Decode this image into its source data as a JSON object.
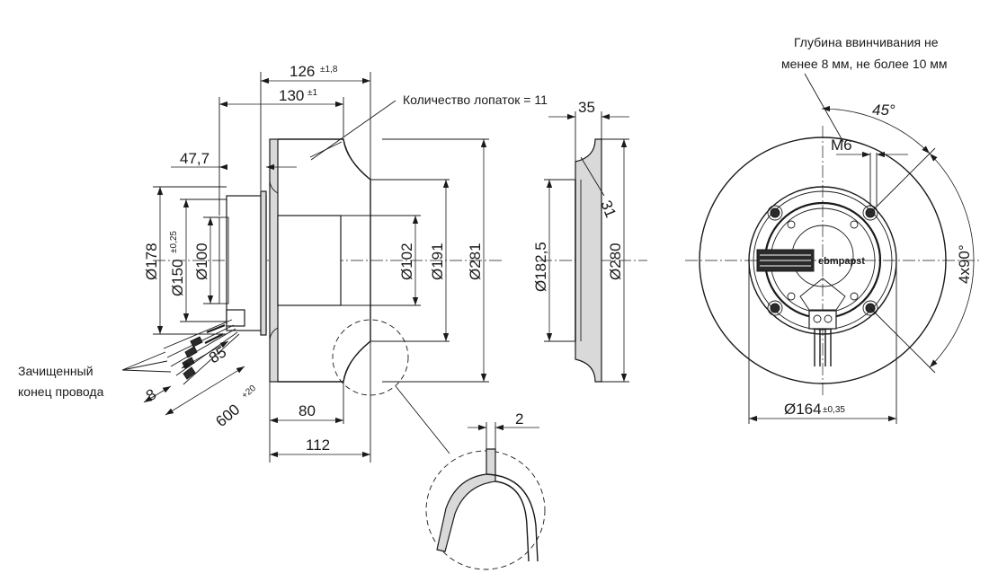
{
  "labels": {
    "blades": "Количество лопаток = 11",
    "stripped_line1": "Зачищенный",
    "stripped_line2": "конец провода",
    "screw_line1": "Глубина ввинчивания не",
    "screw_line2": "менее 8 мм, не более 10 мм",
    "logo": "ebmpapst"
  },
  "dimensions": {
    "d126": "126",
    "d126_tol": "±1,8",
    "d130": "130",
    "d130_tol": "±1",
    "d47_7": "47,7",
    "d178": "Ø178",
    "d150": "Ø150",
    "d150_tol": "±0,25",
    "d100": "Ø100",
    "d102": "Ø102",
    "d191": "Ø191",
    "d281": "Ø281",
    "d85": "85",
    "d8": "8",
    "d600": "600",
    "d600_tol": "+20",
    "d80": "80",
    "d112": "112",
    "d35": "35",
    "d31": "31",
    "d182_5": "Ø182,5",
    "d280": "Ø280",
    "d2": "2",
    "m6": "M6",
    "a45": "45°",
    "a4x90": "4x90°",
    "d164": "Ø164",
    "d164_tol": "±0,35"
  }
}
